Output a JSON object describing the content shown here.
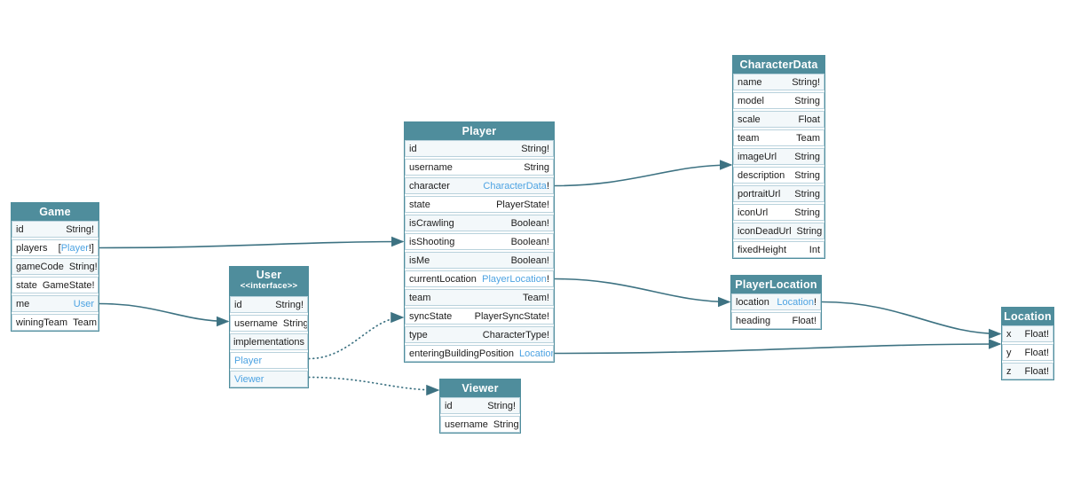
{
  "diagram": {
    "kind": "graphql-schema-diagram",
    "colors": {
      "header_bg": "#4f8d9c",
      "header_text": "#ffffff",
      "row_border": "#b9d2dc",
      "row_alt_bg": "#f3f8fa",
      "row_bg": "#ffffff",
      "text": "#1c1c1c",
      "link": "#4da3e2",
      "edge": "#3d7282"
    },
    "tables": [
      {
        "id": "Game",
        "title": "Game",
        "subtitle": "",
        "rows": [
          {
            "kind": "field",
            "name": "id",
            "type_pre": "String!",
            "type_link": "",
            "type_post": ""
          },
          {
            "kind": "field",
            "name": "players",
            "type_pre": "[",
            "type_link": "Player",
            "type_post": "!]"
          },
          {
            "kind": "field",
            "name": "gameCode",
            "type_pre": "String!",
            "type_link": "",
            "type_post": ""
          },
          {
            "kind": "field",
            "name": "state",
            "type_pre": "GameState!",
            "type_link": "",
            "type_post": ""
          },
          {
            "kind": "field",
            "name": "me",
            "type_pre": "",
            "type_link": "User",
            "type_post": ""
          },
          {
            "kind": "field",
            "name": "winingTeam",
            "type_pre": "Team",
            "type_link": "",
            "type_post": ""
          }
        ]
      },
      {
        "id": "User",
        "title": "User",
        "subtitle": "<<interface>>",
        "rows": [
          {
            "kind": "field",
            "name": "id",
            "type_pre": "String!",
            "type_link": "",
            "type_post": ""
          },
          {
            "kind": "field",
            "name": "username",
            "type_pre": "String",
            "type_link": "",
            "type_post": ""
          },
          {
            "kind": "label",
            "name": "implementations",
            "type_pre": "",
            "type_link": "",
            "type_post": ""
          },
          {
            "kind": "impl_link",
            "name": "Player",
            "type_pre": "",
            "type_link": "",
            "type_post": ""
          },
          {
            "kind": "impl_link",
            "name": "Viewer",
            "type_pre": "",
            "type_link": "",
            "type_post": ""
          }
        ]
      },
      {
        "id": "Player",
        "title": "Player",
        "subtitle": "",
        "rows": [
          {
            "kind": "field",
            "name": "id",
            "type_pre": "String!",
            "type_link": "",
            "type_post": ""
          },
          {
            "kind": "field",
            "name": "username",
            "type_pre": "String",
            "type_link": "",
            "type_post": ""
          },
          {
            "kind": "field",
            "name": "character",
            "type_pre": "",
            "type_link": "CharacterData",
            "type_post": "!"
          },
          {
            "kind": "field",
            "name": "state",
            "type_pre": "PlayerState!",
            "type_link": "",
            "type_post": ""
          },
          {
            "kind": "field",
            "name": "isCrawling",
            "type_pre": "Boolean!",
            "type_link": "",
            "type_post": ""
          },
          {
            "kind": "field",
            "name": "isShooting",
            "type_pre": "Boolean!",
            "type_link": "",
            "type_post": ""
          },
          {
            "kind": "field",
            "name": "isMe",
            "type_pre": "Boolean!",
            "type_link": "",
            "type_post": ""
          },
          {
            "kind": "field",
            "name": "currentLocation",
            "type_pre": "",
            "type_link": "PlayerLocation",
            "type_post": "!"
          },
          {
            "kind": "field",
            "name": "team",
            "type_pre": "Team!",
            "type_link": "",
            "type_post": ""
          },
          {
            "kind": "field",
            "name": "syncState",
            "type_pre": "PlayerSyncState!",
            "type_link": "",
            "type_post": ""
          },
          {
            "kind": "field",
            "name": "type",
            "type_pre": "CharacterType!",
            "type_link": "",
            "type_post": ""
          },
          {
            "kind": "field",
            "name": "enteringBuildingPosition",
            "type_pre": "",
            "type_link": "Location",
            "type_post": ""
          }
        ]
      },
      {
        "id": "Viewer",
        "title": "Viewer",
        "subtitle": "",
        "rows": [
          {
            "kind": "field",
            "name": "id",
            "type_pre": "String!",
            "type_link": "",
            "type_post": ""
          },
          {
            "kind": "field",
            "name": "username",
            "type_pre": "String",
            "type_link": "",
            "type_post": ""
          }
        ]
      },
      {
        "id": "CharacterData",
        "title": "CharacterData",
        "subtitle": "",
        "rows": [
          {
            "kind": "field",
            "name": "name",
            "type_pre": "String!",
            "type_link": "",
            "type_post": ""
          },
          {
            "kind": "field",
            "name": "model",
            "type_pre": "String",
            "type_link": "",
            "type_post": ""
          },
          {
            "kind": "field",
            "name": "scale",
            "type_pre": "Float",
            "type_link": "",
            "type_post": ""
          },
          {
            "kind": "field",
            "name": "team",
            "type_pre": "Team",
            "type_link": "",
            "type_post": ""
          },
          {
            "kind": "field",
            "name": "imageUrl",
            "type_pre": "String",
            "type_link": "",
            "type_post": ""
          },
          {
            "kind": "field",
            "name": "description",
            "type_pre": "String",
            "type_link": "",
            "type_post": ""
          },
          {
            "kind": "field",
            "name": "portraitUrl",
            "type_pre": "String",
            "type_link": "",
            "type_post": ""
          },
          {
            "kind": "field",
            "name": "iconUrl",
            "type_pre": "String",
            "type_link": "",
            "type_post": ""
          },
          {
            "kind": "field",
            "name": "iconDeadUrl",
            "type_pre": "String",
            "type_link": "",
            "type_post": ""
          },
          {
            "kind": "field",
            "name": "fixedHeight",
            "type_pre": "Int",
            "type_link": "",
            "type_post": ""
          }
        ]
      },
      {
        "id": "PlayerLocation",
        "title": "PlayerLocation",
        "subtitle": "",
        "rows": [
          {
            "kind": "field",
            "name": "location",
            "type_pre": "",
            "type_link": "Location",
            "type_post": "!"
          },
          {
            "kind": "field",
            "name": "heading",
            "type_pre": "Float!",
            "type_link": "",
            "type_post": ""
          }
        ]
      },
      {
        "id": "Location",
        "title": "Location",
        "subtitle": "",
        "rows": [
          {
            "kind": "field",
            "name": "x",
            "type_pre": "Float!",
            "type_link": "",
            "type_post": ""
          },
          {
            "kind": "field",
            "name": "y",
            "type_pre": "Float!",
            "type_link": "",
            "type_post": ""
          },
          {
            "kind": "field",
            "name": "z",
            "type_pre": "Float!",
            "type_link": "",
            "type_post": ""
          }
        ]
      }
    ],
    "edges": [
      {
        "from": "Game.players",
        "to": "Player",
        "style": "solid"
      },
      {
        "from": "Game.me",
        "to": "User",
        "style": "solid"
      },
      {
        "from": "Player.character",
        "to": "CharacterData",
        "style": "solid"
      },
      {
        "from": "Player.currentLocation",
        "to": "PlayerLocation",
        "style": "solid"
      },
      {
        "from": "Player.enteringBuildingPosition",
        "to": "Location",
        "style": "solid"
      },
      {
        "from": "PlayerLocation.location",
        "to": "Location",
        "style": "solid"
      },
      {
        "from": "User.Player",
        "to": "Player",
        "style": "dotted"
      },
      {
        "from": "User.Viewer",
        "to": "Viewer",
        "style": "dotted"
      }
    ]
  }
}
